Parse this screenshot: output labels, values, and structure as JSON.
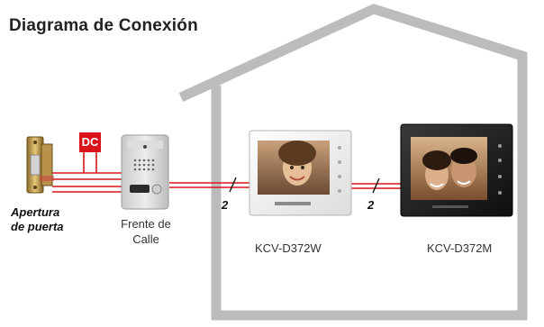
{
  "title": "Diagrama de Conexión",
  "components": {
    "door_release": {
      "label_line1": "Apertura",
      "label_line2": "de puerta"
    },
    "power": {
      "label": "DC"
    },
    "door_station": {
      "label_line1": "Frente de",
      "label_line2": "Calle"
    },
    "monitor_white": {
      "label": "KCV-D372W"
    },
    "monitor_black": {
      "label": "KCV-D372M"
    }
  },
  "wiring": {
    "street_to_white": "2",
    "white_to_black": "2"
  },
  "colors": {
    "wire": "#d9131b",
    "house_outline": "#bcbcbc"
  }
}
